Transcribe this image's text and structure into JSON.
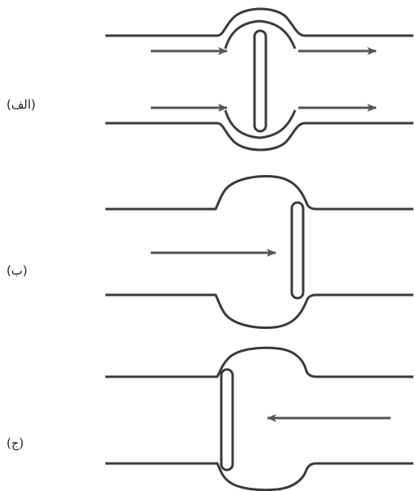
{
  "panels": [
    {
      "id": "a",
      "label": "(الف)"
    },
    {
      "id": "b",
      "label": "(ب)"
    },
    {
      "id": "c",
      "label": "(ج)"
    }
  ],
  "colors": {
    "stroke": "#3a3a3a",
    "arrow": "#555555",
    "background": "#ffffff"
  }
}
